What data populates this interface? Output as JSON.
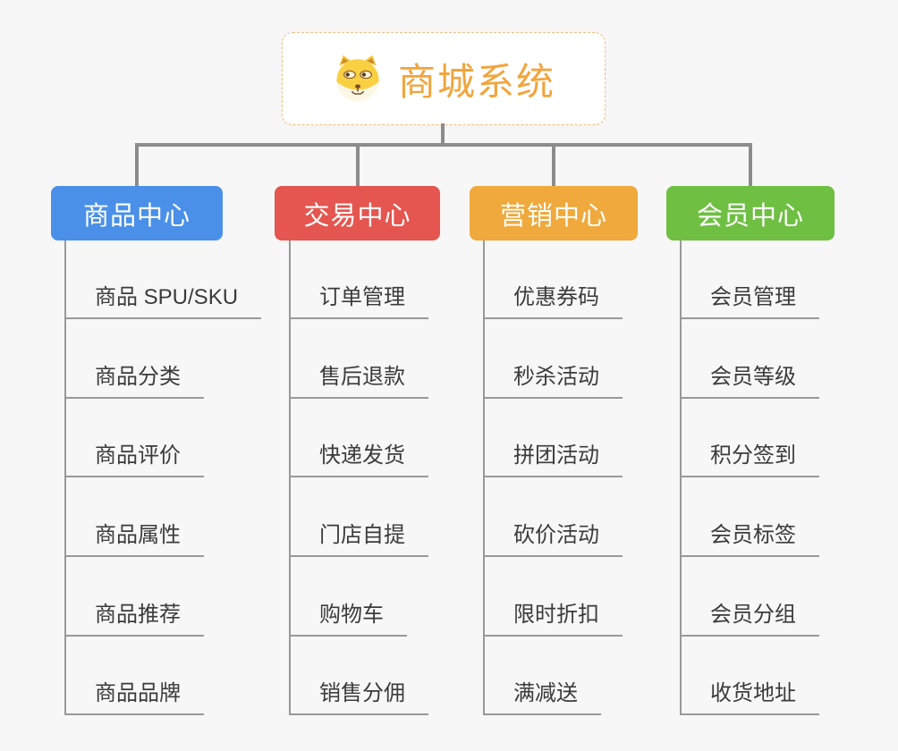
{
  "root": {
    "title": "商城系统",
    "icon": "shiba-dog-icon",
    "title_color": "#f2a43c",
    "border_color": "#efc182"
  },
  "connector_color": "#8c8c8c",
  "underline_color": "#999999",
  "branches": [
    {
      "label": "商品中心",
      "color": "#4a90e8",
      "items": [
        "商品 SPU/SKU",
        "商品分类",
        "商品评价",
        "商品属性",
        "商品推荐",
        "商品品牌"
      ]
    },
    {
      "label": "交易中心",
      "color": "#e4564f",
      "items": [
        "订单管理",
        "售后退款",
        "快递发货",
        "门店自提",
        "购物车",
        "销售分佣"
      ]
    },
    {
      "label": "营销中心",
      "color": "#efa93c",
      "items": [
        "优惠券码",
        "秒杀活动",
        "拼团活动",
        "砍价活动",
        "限时折扣",
        "满减送"
      ]
    },
    {
      "label": "会员中心",
      "color": "#6fbf43",
      "items": [
        "会员管理",
        "会员等级",
        "积分签到",
        "会员标签",
        "会员分组",
        "收货地址"
      ]
    }
  ]
}
